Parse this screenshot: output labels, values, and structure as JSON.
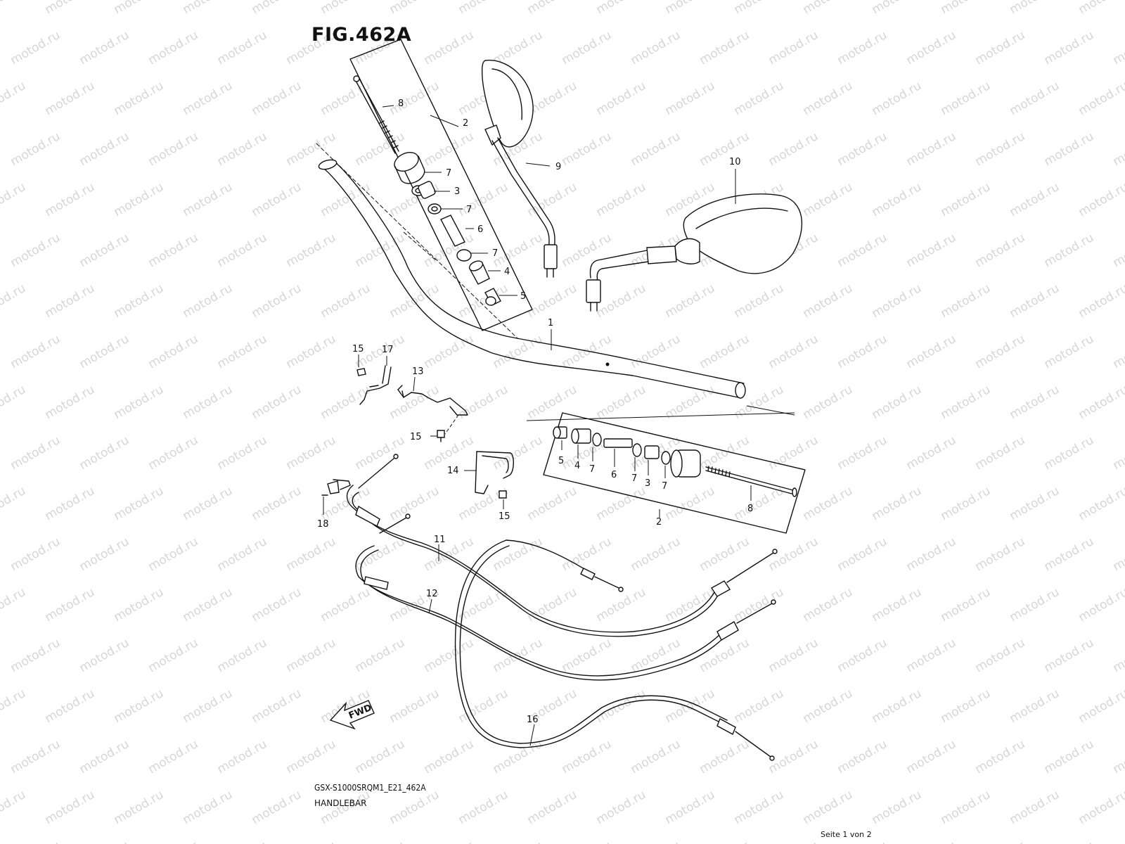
{
  "figure_title": "FIG.462A",
  "model_code": "GSX-S1000SRQM1_E21_462A",
  "subtitle": "HANDLEBAR",
  "page_indicator": "Seite 1 von 2",
  "watermark": "motod.ru",
  "fwd_label": "FWD",
  "callouts": {
    "c1": "1",
    "c2a": "2",
    "c2b": "2",
    "c3a": "3",
    "c3b": "3",
    "c4a": "4",
    "c4b": "4",
    "c5a": "5",
    "c5b": "5",
    "c6a": "6",
    "c6b": "6",
    "c7a": "7",
    "c7b": "7",
    "c7c": "7",
    "c7d": "7",
    "c7e": "7",
    "c7f": "7",
    "c8a": "8",
    "c8b": "8",
    "c9": "9",
    "c10": "10",
    "c11": "11",
    "c12": "12",
    "c13": "13",
    "c14": "14",
    "c15a": "15",
    "c15b": "15",
    "c15c": "15",
    "c16": "16",
    "c17": "17",
    "c18": "18"
  }
}
